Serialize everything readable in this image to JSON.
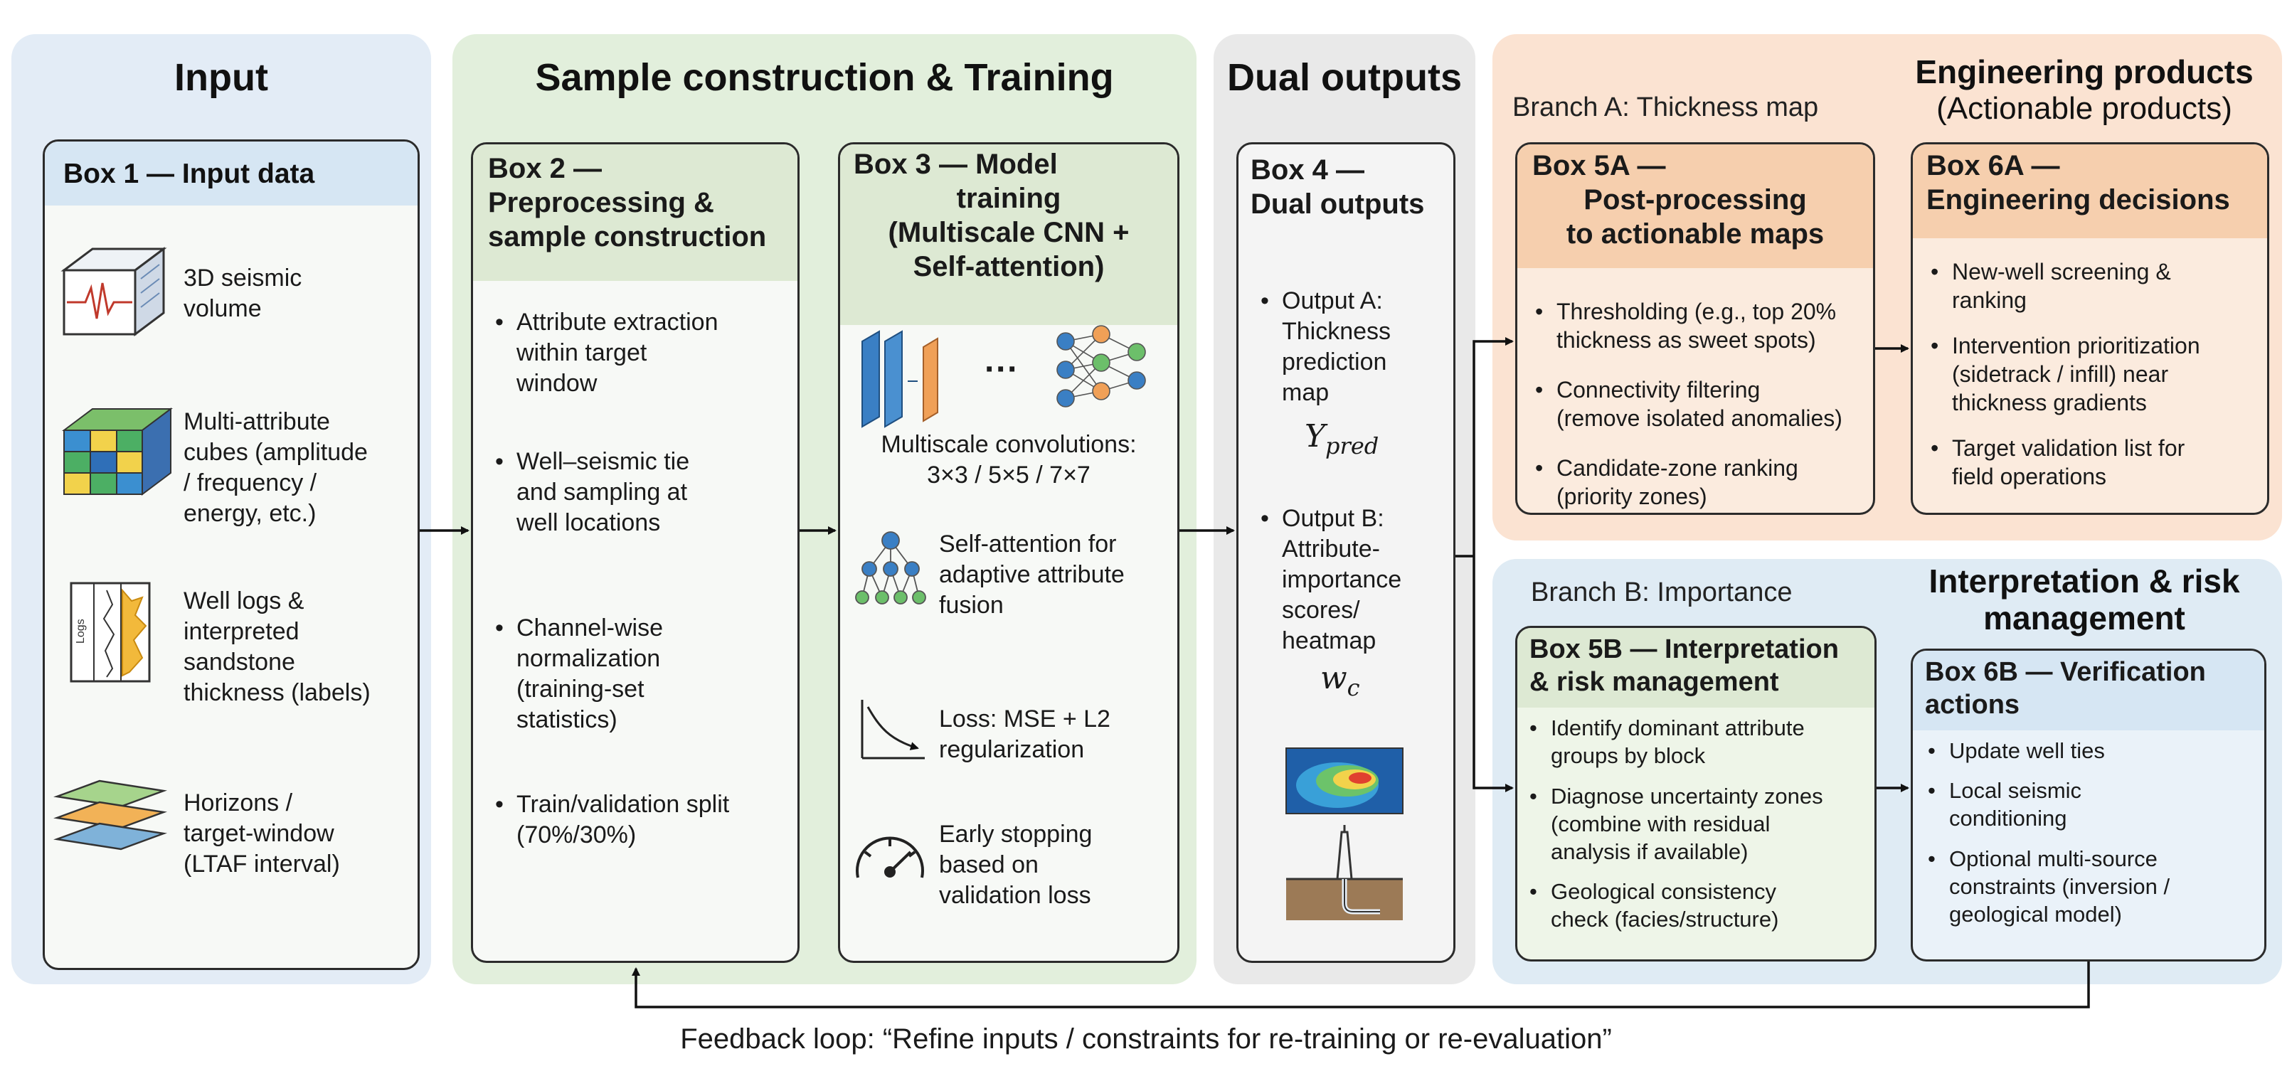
{
  "columns": {
    "input": "Input",
    "training": "Sample construction & Training",
    "dual": "Dual outputs",
    "engineering_1": "Engineering products",
    "engineering_2": "(Actionable products)",
    "interp_1": "Interpretation & risk",
    "interp_2": "management"
  },
  "box1": {
    "title": "Box 1 — Input data",
    "items": [
      {
        "icon": "seismic-cube-icon",
        "text": [
          "3D seismic",
          "volume"
        ]
      },
      {
        "icon": "attribute-cube-icon",
        "text": [
          "Multi-attribute",
          "cubes (amplitude",
          "/ frequency /",
          "energy, etc.)"
        ]
      },
      {
        "icon": "well-log-icon",
        "text": [
          "Well logs &",
          "interpreted",
          "sandstone",
          "thickness (labels)"
        ],
        "icon_label": "Logs"
      },
      {
        "icon": "horizons-icon",
        "text": [
          "Horizons /",
          "target-window",
          "(LTAF interval)"
        ]
      }
    ]
  },
  "box2": {
    "title_1": "Box 2 —",
    "title_2": "Preprocessing &",
    "title_3": "sample construction",
    "bullets": [
      [
        "Attribute extraction",
        "within target",
        "window"
      ],
      [
        "Well–seismic tie",
        "and sampling at",
        "well locations"
      ],
      [
        "Channel-wise",
        "normalization",
        "(training-set",
        "statistics)"
      ],
      [
        "Train/validation split",
        "(70%/30%)"
      ]
    ]
  },
  "box3": {
    "title_1": "Box 3 — Model",
    "title_2": "training",
    "title_3": "(Multiscale CNN +",
    "title_4": "Self-attention)",
    "ellipsis": "···",
    "conv_1": "Multiscale convolutions:",
    "conv_2": "3×3 / 5×5 / 7×7",
    "items": [
      {
        "icon": "attention-network-icon",
        "text": [
          "Self-attention for",
          "adaptive attribute",
          "fusion"
        ]
      },
      {
        "icon": "loss-curve-icon",
        "text": [
          "Loss: MSE + L2",
          "regularization"
        ]
      },
      {
        "icon": "gauge-icon",
        "text": [
          "Early stopping",
          "based on",
          "validation loss"
        ]
      }
    ]
  },
  "box4": {
    "title_1": "Box 4 —",
    "title_2": "Dual outputs",
    "a": [
      "Output A:",
      "Thickness",
      "prediction",
      "map"
    ],
    "a_sym": "Y",
    "a_sub": "pred",
    "b": [
      "Output B:",
      "Attribute-",
      "importance",
      "scores/",
      "heatmap"
    ],
    "b_sym": "w",
    "b_sub": "c"
  },
  "branch_a": "Branch A: Thickness map",
  "branch_b": "Branch B: Importance",
  "box5a": {
    "title_1": "Box 5A —",
    "title_2": "Post-processing",
    "title_3": "to actionable maps",
    "bullets": [
      [
        "Thresholding (e.g., top 20%",
        "thickness as sweet spots)"
      ],
      [
        "Connectivity filtering",
        "(remove isolated anomalies)"
      ],
      [
        "Candidate-zone ranking",
        "(priority zones)"
      ]
    ]
  },
  "box6a": {
    "title_1": "Box 6A —",
    "title_2": "Engineering decisions",
    "bullets": [
      [
        "New-well screening &",
        "ranking"
      ],
      [
        "Intervention prioritization",
        "(sidetrack / infill) near",
        "thickness gradients"
      ],
      [
        "Target validation list for",
        "field operations"
      ]
    ]
  },
  "box5b": {
    "title_1": "Box 5B — Interpretation",
    "title_2": "& risk management",
    "bullets": [
      [
        "Identify dominant attribute",
        "groups by block"
      ],
      [
        "Diagnose uncertainty zones",
        "(combine with residual",
        "analysis if available)"
      ],
      [
        "Geological consistency",
        "check (facies/structure)"
      ]
    ]
  },
  "box6b": {
    "title_1": "Box 6B — Verification",
    "title_2": "actions",
    "bullets": [
      [
        "Update well ties"
      ],
      [
        "Local seismic",
        "conditioning"
      ],
      [
        "Optional multi-source",
        "constraints (inversion /",
        "geological model)"
      ]
    ]
  },
  "feedback": "Feedback loop: “Refine inputs / constraints for re-training or re-evaluation”",
  "colors": {
    "input_panel": "#e3ecf6",
    "training_panel": "#e2efdc",
    "dual_panel": "#e9e9e9",
    "engineering_panel": "#fbe3d2",
    "interp_panel": "#dfebf4",
    "box_head_green": "#dde9d3",
    "box_head_orange": "#f6cfae",
    "box_head_blue": "#d6e6f3",
    "arrow": "#111111"
  }
}
